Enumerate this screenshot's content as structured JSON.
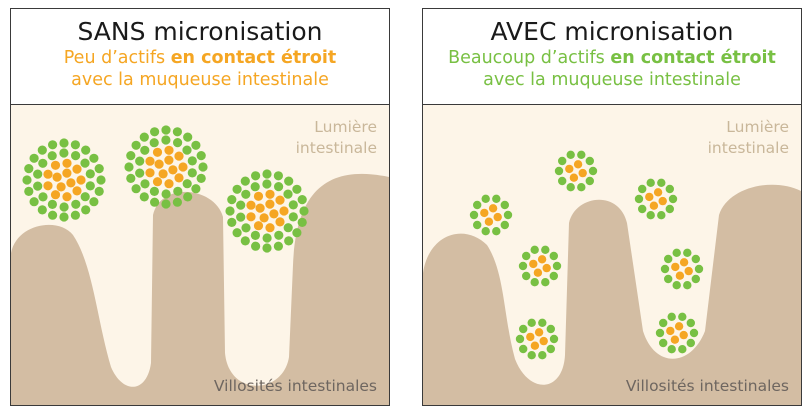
{
  "colors": {
    "tissue": "#d3bda3",
    "lumen": "#fdf5e8",
    "core": "#f5a623",
    "shell": "#78c043",
    "border": "#3a3a3a"
  },
  "left_panel": {
    "title": "SANS micronisation",
    "subtitle_pre": "Peu d’actifs ",
    "subtitle_bold": "en contact étroit",
    "subtitle_line2": "avec la muqueuse intestinale",
    "lumen_label_1": "Lumière",
    "lumen_label_2": "intestinale",
    "villi_label": "Villosités intestinales"
  },
  "right_panel": {
    "title": "AVEC micronisation",
    "subtitle_pre": "Beaucoup d’actifs ",
    "subtitle_bold": "en contact étroit",
    "subtitle_line2": "avec la muqueuse intestinale",
    "lumen_label_1": "Lumière",
    "lumen_label_2": "intestinale",
    "villi_label": "Villosités intestinales"
  }
}
